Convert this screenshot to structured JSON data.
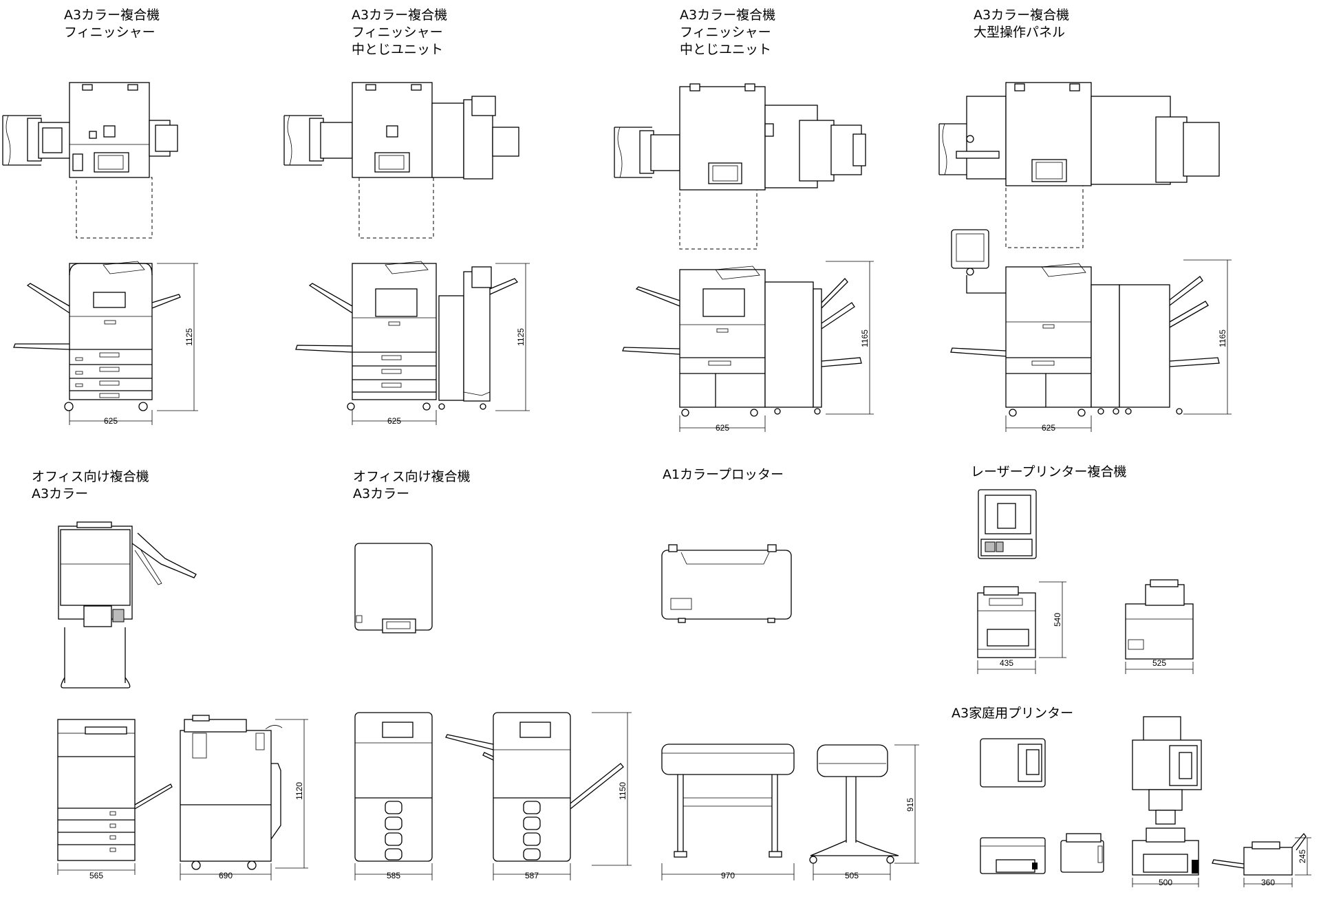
{
  "sheet": {
    "groups": [
      {
        "title_lines": [
          "A3カラー複合機",
          "フィニッシャー"
        ]
      },
      {
        "title_lines": [
          "A3カラー複合機",
          "フィニッシャー",
          "中とじユニット"
        ]
      },
      {
        "title_lines": [
          "A3カラー複合機",
          "フィニッシャー",
          "中とじユニット"
        ]
      },
      {
        "title_lines": [
          "A3カラー複合機",
          "大型操作パネル"
        ]
      },
      {
        "title_lines": [
          "オフィス向け複合機",
          "A3カラー"
        ]
      },
      {
        "title_lines": [
          "オフィス向け複合機",
          "A3カラー"
        ]
      },
      {
        "title_lines": [
          "A1カラープロッター"
        ]
      },
      {
        "title_lines": [
          "レーザープリンター複合機"
        ]
      },
      {
        "title_lines": [
          "A3家庭用プリンター"
        ]
      }
    ],
    "dimensions": {
      "g1_width": "625",
      "g1_height": "1125",
      "g2_width": "625",
      "g2_height": "1125",
      "g3_width": "625",
      "g3_height": "1165",
      "g4_width": "625",
      "g4_height": "1165",
      "g5_front_width": "565",
      "g5_side_width": "690",
      "g5_height": "1120",
      "g6_front_width": "585",
      "g6_side_width": "587",
      "g6_height": "1150",
      "g7_front_width": "970",
      "g7_side_width": "505",
      "g7_height": "915",
      "g8_front_width": "435",
      "g8_side_width": "525",
      "g8_height": "540",
      "g9_front_width": "500",
      "g9_side_width": "360",
      "g9_height": "245"
    }
  }
}
